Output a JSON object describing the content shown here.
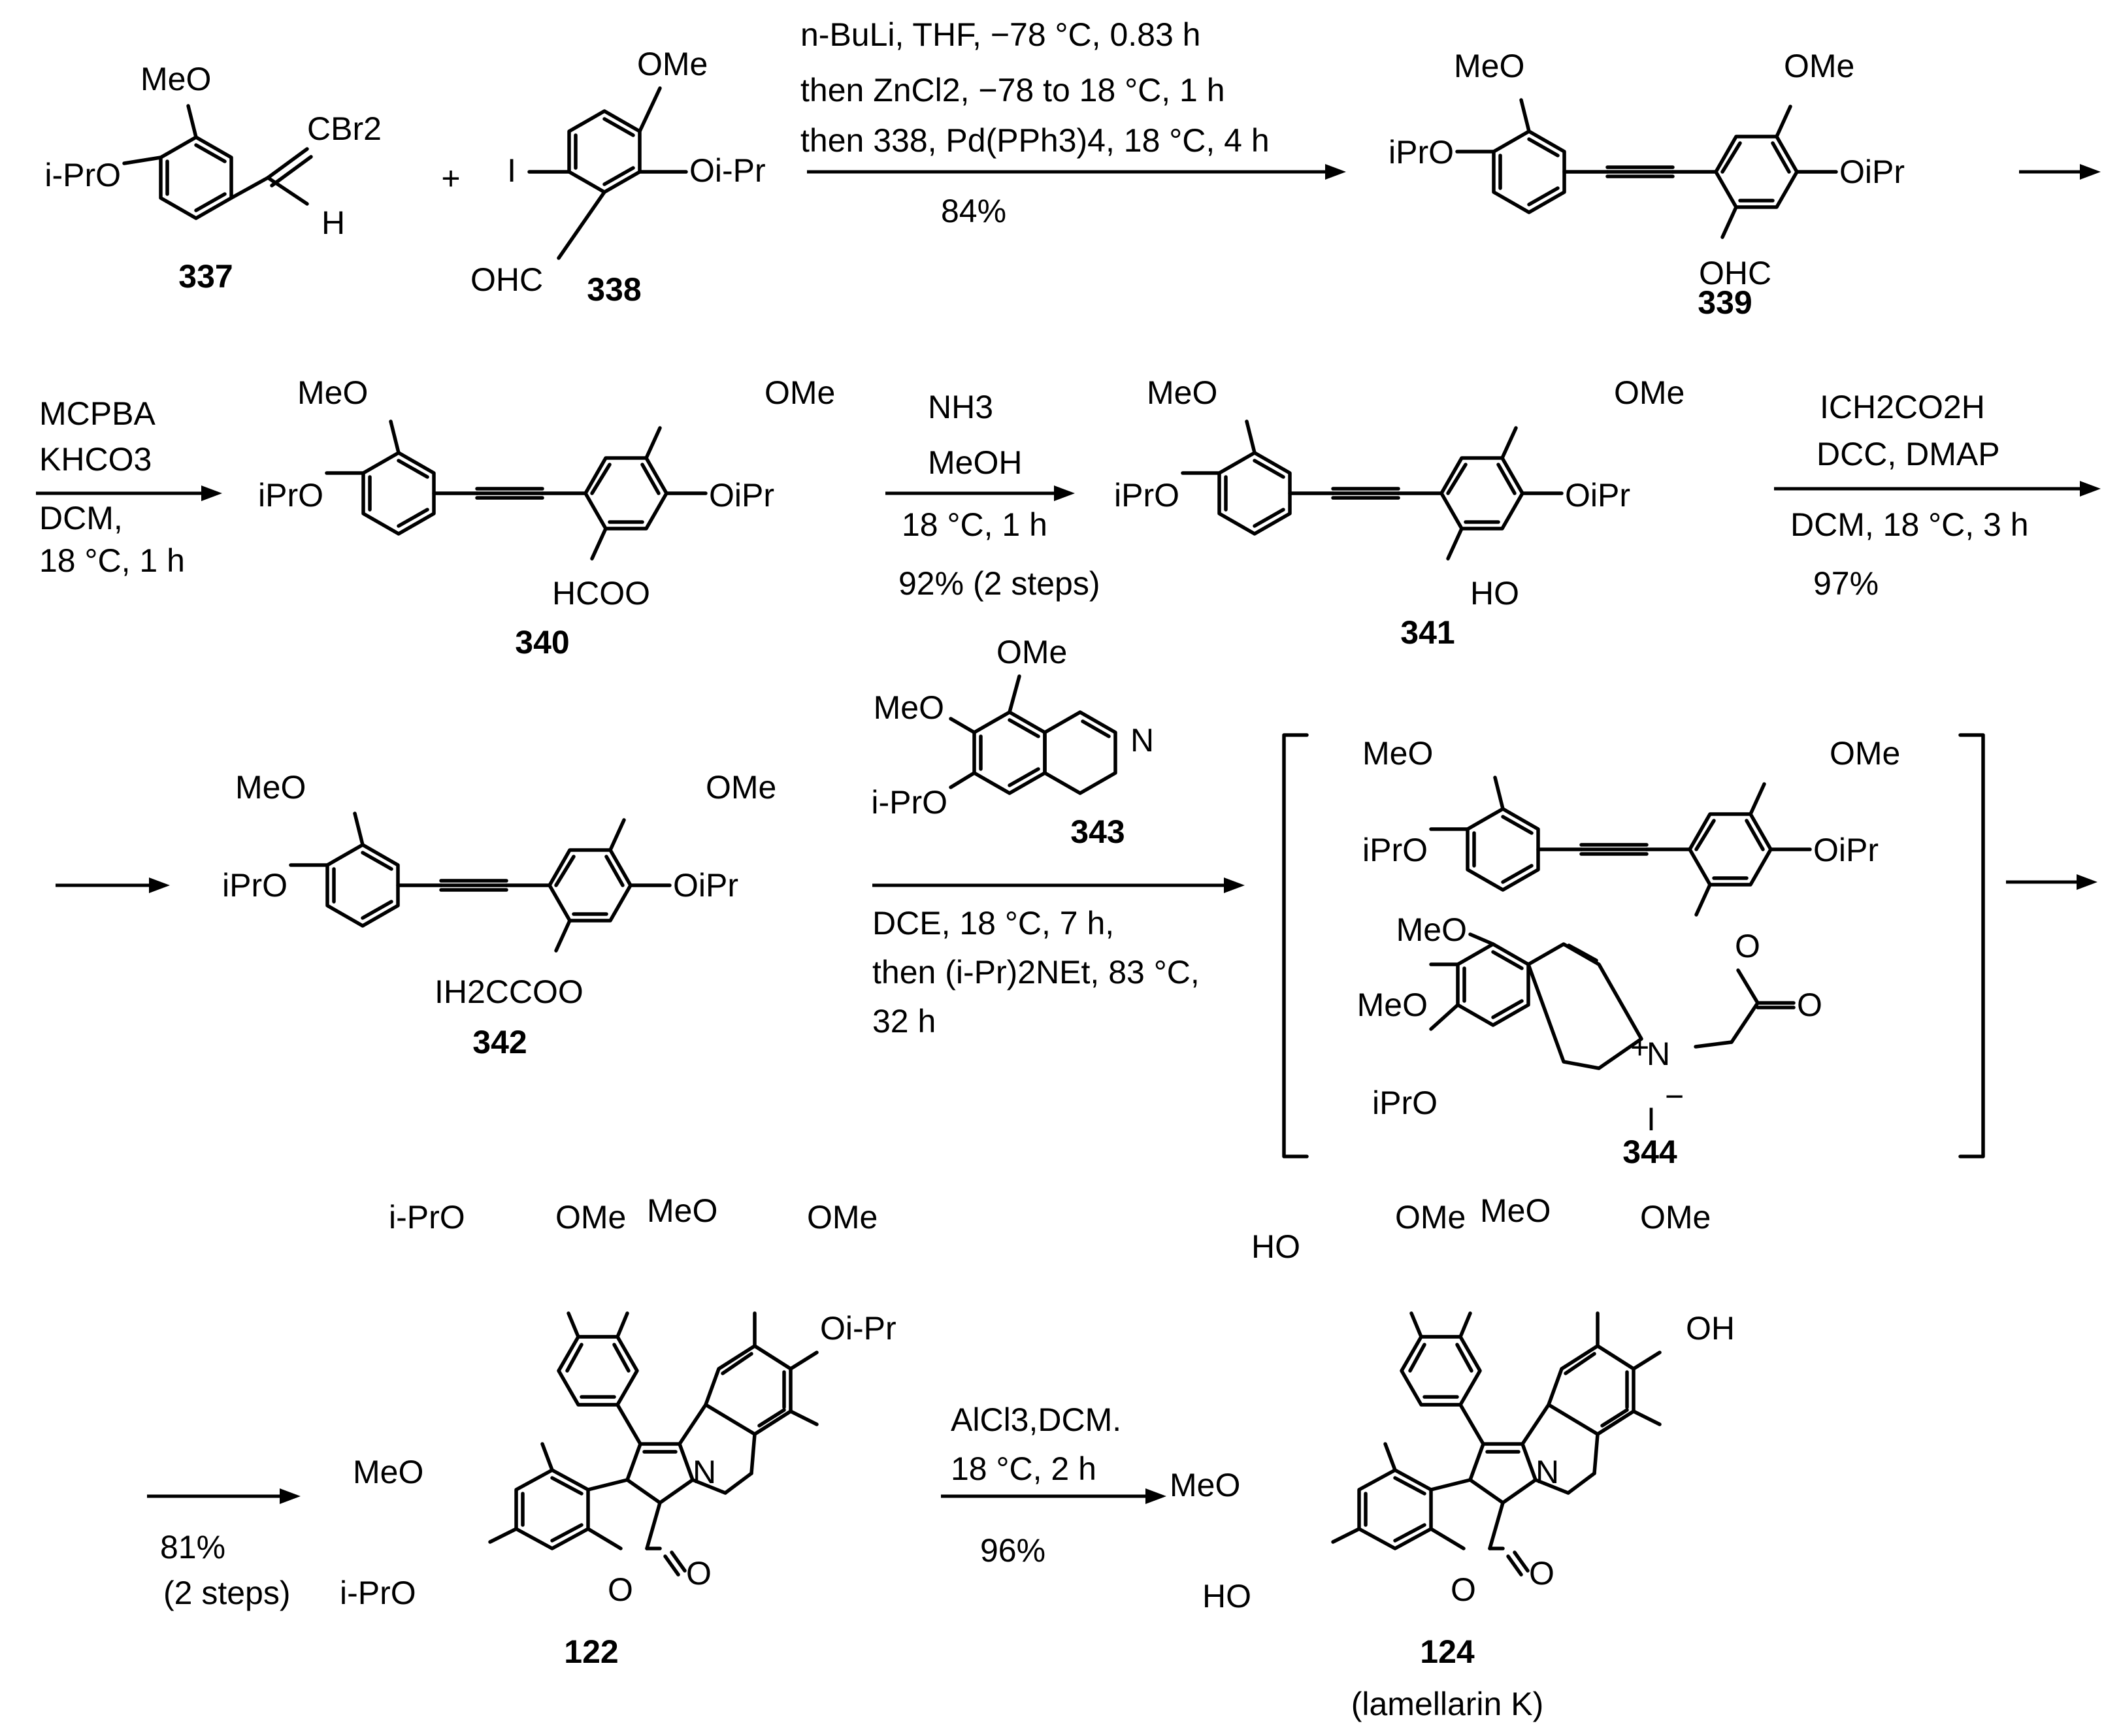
{
  "compounds": [
    {
      "id": "337",
      "substituents": [
        "MeO",
        "i-PrO",
        "CBr2",
        "H"
      ]
    },
    {
      "id": "338",
      "substituents": [
        "OMe",
        "I",
        "Oi-Pr",
        "OHC"
      ]
    },
    {
      "id": "339",
      "substituents": [
        "MeO",
        "iPrO",
        "OMe",
        "OiPr",
        "OHC"
      ]
    },
    {
      "id": "340",
      "substituents": [
        "MeO",
        "iPrO",
        "OMe",
        "OiPr",
        "HCOO"
      ]
    },
    {
      "id": "341",
      "substituents": [
        "MeO",
        "iPrO",
        "OMe",
        "OiPr",
        "HO"
      ]
    },
    {
      "id": "342",
      "substituents": [
        "MeO",
        "iPrO",
        "OMe",
        "OiPr",
        "IH2CCOO"
      ]
    },
    {
      "id": "343",
      "substituents": [
        "OMe",
        "MeO",
        "i-PrO",
        "N"
      ]
    },
    {
      "id": "344",
      "substituents": [
        "MeO",
        "iPrO",
        "OMe",
        "OiPr",
        "O",
        "O",
        "MeO",
        "MeO",
        "iPrO",
        "+",
        "N",
        "I",
        "−"
      ]
    },
    {
      "id": "122",
      "substituents": [
        "i-PrO",
        "OMe",
        "MeO",
        "OMe",
        "Oi-Pr",
        "N",
        "MeO",
        "i-PrO",
        "O",
        "O"
      ]
    },
    {
      "id": "124",
      "name": "(lamellarin K)",
      "substituents": [
        "HO",
        "OMe",
        "MeO",
        "OMe",
        "OH",
        "N",
        "MeO",
        "HO",
        "O",
        "O"
      ]
    }
  ],
  "plus_sign": "+",
  "steps": [
    {
      "from": "337 + 338",
      "to": "339",
      "conditions": [
        "n-BuLi, THF, −78 °C, 0.83 h",
        "then ZnCl2, −78 to 18 °C, 1 h",
        "then 338, Pd(PPh3)4, 18 °C, 4 h"
      ],
      "yield": "84%"
    },
    {
      "from": "339",
      "to": "340",
      "conditions": [
        "MCPBA",
        "KHCO3",
        "DCM,",
        "18 °C, 1 h"
      ]
    },
    {
      "from": "340",
      "to": "341",
      "conditions": [
        "NH3",
        "MeOH",
        "18 °C, 1 h"
      ],
      "yield": "92% (2 steps)"
    },
    {
      "from": "341",
      "to": "342",
      "conditions": [
        "ICH2CO2H",
        "DCC, DMAP",
        "DCM, 18 °C, 3 h"
      ],
      "yield": "97%"
    },
    {
      "from": "342",
      "to": "344",
      "conditions": [
        "343",
        "DCE, 18 °C, 7 h,",
        "then (i-Pr)2NEt, 83 °C,",
        "32 h"
      ]
    },
    {
      "from": "344",
      "to": "122",
      "yield": "81%",
      "yield_note": "(2 steps)"
    },
    {
      "from": "122",
      "to": "124",
      "conditions": [
        "AlCl3,DCM.",
        "18 °C, 2 h"
      ],
      "yield": "96%"
    }
  ]
}
